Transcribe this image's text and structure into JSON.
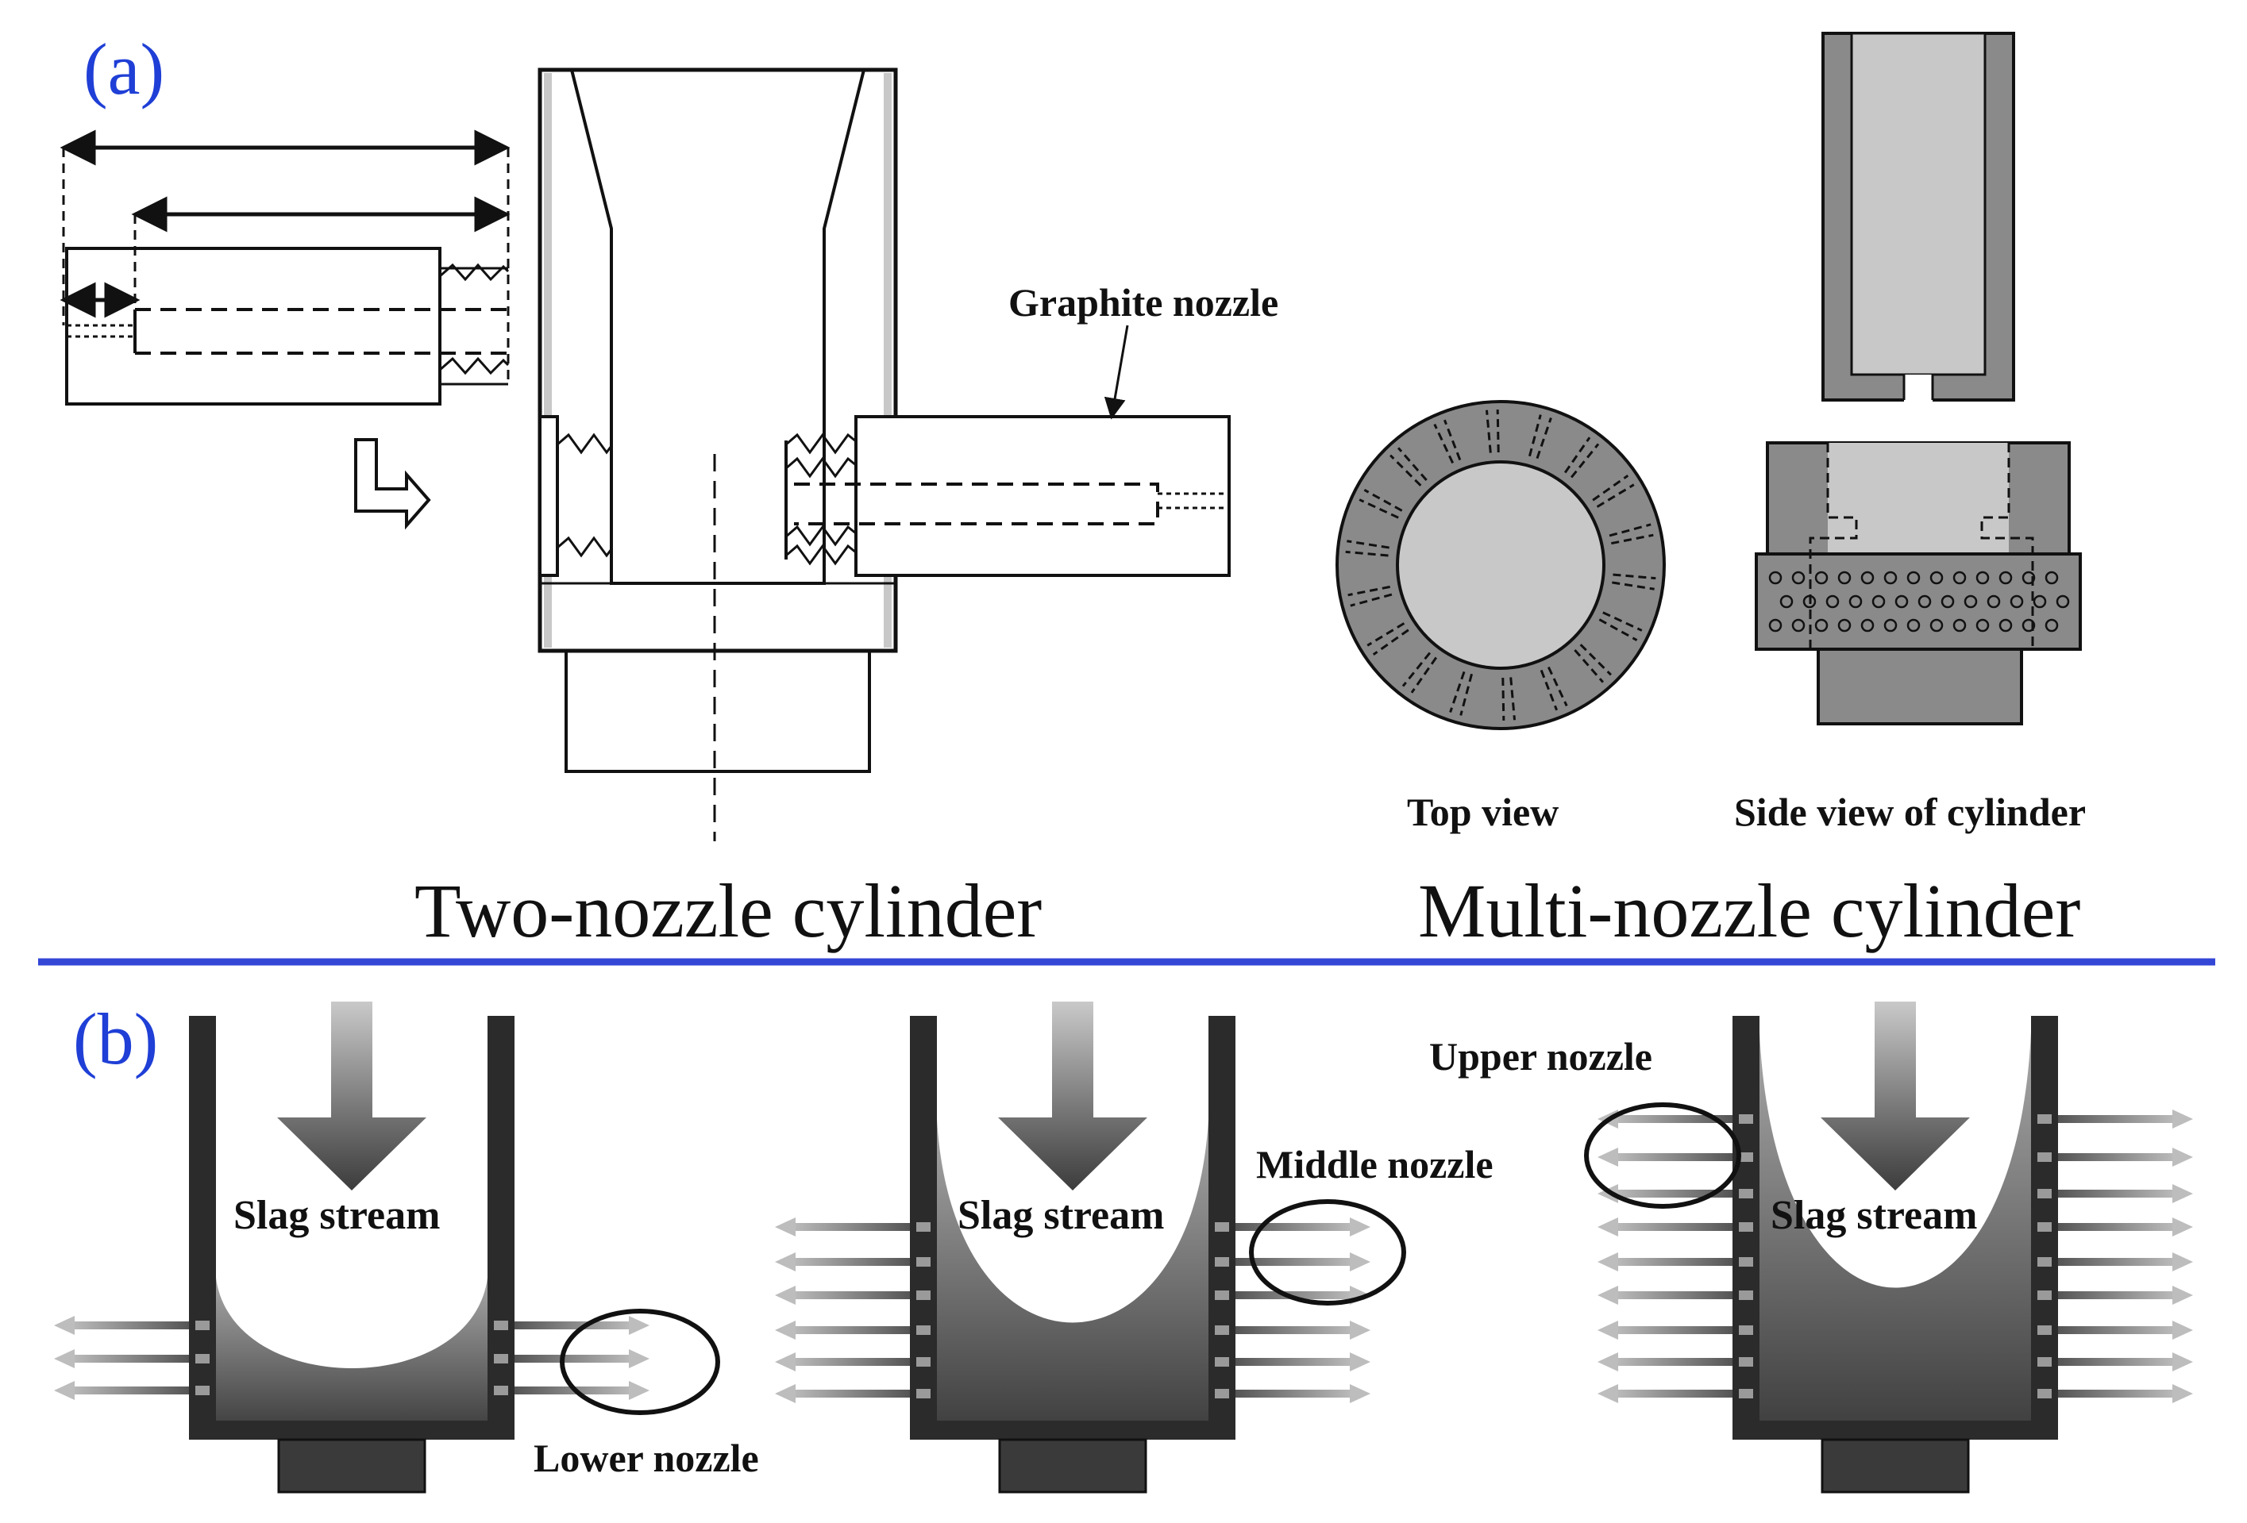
{
  "panel_a": {
    "letter": "(a)",
    "labels": {
      "graphite_nozzle": "Graphite nozzle",
      "top_view": "Top view",
      "side_view": "Side view of cylinder"
    },
    "titles": {
      "two_nozzle": "Two-nozzle cylinder",
      "multi_nozzle": "Multi-nozzle cylinder"
    }
  },
  "panel_b": {
    "letter": "(b)",
    "stream_label": "Slag stream",
    "nozzle_labels": {
      "lower": "Lower nozzle",
      "middle": "Middle nozzle",
      "upper": "Upper nozzle"
    }
  },
  "colors": {
    "panel_letter": "#1f3fd6",
    "divider": "#3346d6",
    "wall": "#2b2b2b",
    "light_gray_fill": "#c8c8c8",
    "mid_gray_fill": "#8a8a8a"
  }
}
